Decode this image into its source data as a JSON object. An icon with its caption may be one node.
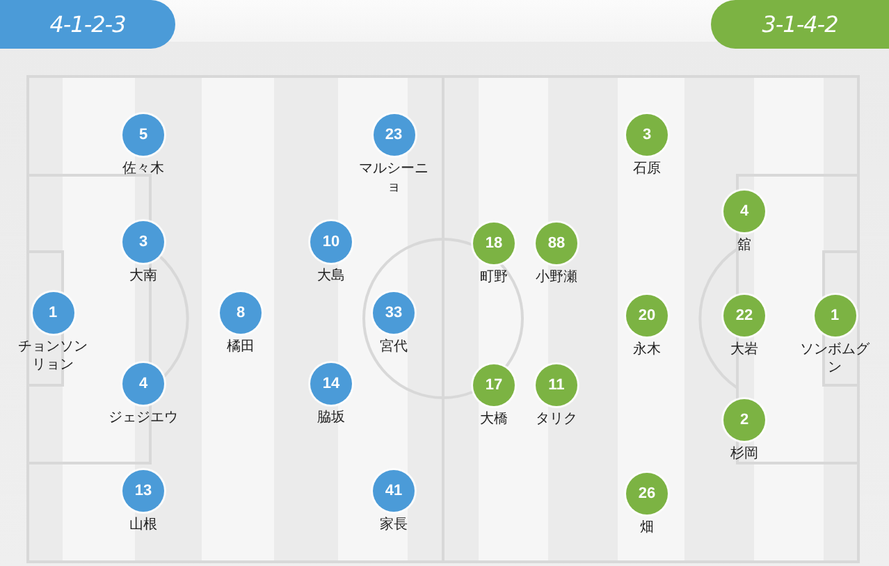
{
  "diagram": {
    "nodes": [
      {
        "text": [
          "4-1-2-3"
        ]
      },
      {
        "text": [
          "5",
          "佐々木"
        ]
      },
      {
        "text": [
          "23",
          "マルシーニョ"
        ]
      },
      {
        "text": [
          "3",
          "大南"
        ]
      },
      {
        "text": [
          "10",
          "大島"
        ]
      },
      {
        "text": [
          "1",
          "チョンソンリョン"
        ]
      },
      {
        "text": [
          "8",
          "橘田"
        ]
      },
      {
        "text": [
          "33",
          "宮代"
        ]
      },
      {
        "text": [
          "4",
          "ジェジエウ"
        ]
      },
      {
        "text": [
          "14",
          "脇坂"
        ]
      },
      {
        "text": [
          "13",
          "山根"
        ]
      },
      {
        "text": [
          "41",
          "家長"
        ]
      },
      {
        "text": [
          "3-1-4-2"
        ]
      },
      {
        "text": [
          "3",
          "石原"
        ]
      },
      {
        "text": [
          "4",
          "舘"
        ]
      },
      {
        "text": [
          "18",
          "町野"
        ]
      },
      {
        "text": [
          "88",
          "小野瀬"
        ]
      },
      {
        "text": [
          "20",
          "永木"
        ]
      },
      {
        "text": [
          "22",
          "大岩"
        ]
      },
      {
        "text": [
          "1",
          "ソンボムグン"
        ]
      },
      {
        "text": [
          "17",
          "大橋"
        ]
      },
      {
        "text": [
          "11",
          "タリク"
        ]
      },
      {
        "text": [
          "2",
          "杉岡"
        ]
      },
      {
        "text": [
          "26",
          "畑"
        ]
      }
    ]
  }
}
